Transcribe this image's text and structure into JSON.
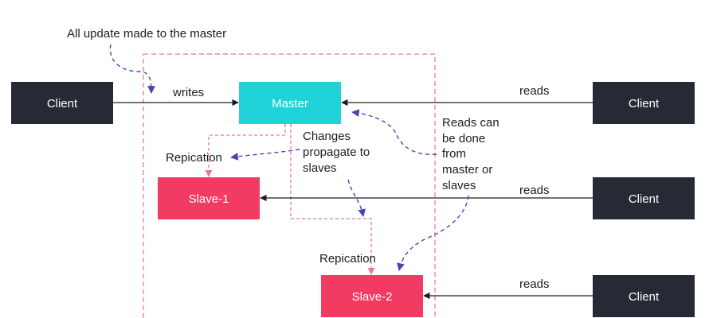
{
  "annotations": {
    "top_note": "All update made to the master",
    "writes": "writes",
    "reads_1": "reads",
    "reads_2": "reads",
    "reads_3": "reads",
    "replication_1": "Repication",
    "replication_2": "Repication",
    "changes_propagate": [
      "Changes",
      "propagate to",
      "slaves"
    ],
    "reads_can_be_done": [
      "Reads can",
      "be done",
      "from",
      "master or",
      "slaves"
    ]
  },
  "nodes": {
    "client_left": "Client",
    "master": "Master",
    "slave_1": "Slave-1",
    "slave_2": "Slave-2",
    "client_right_1": "Client",
    "client_right_2": "Client",
    "client_right_3": "Client"
  },
  "colors": {
    "client": "#262a35",
    "master": "#20d3d9",
    "slave": "#f23b63",
    "boundary": "#f28aa1",
    "replication": "#e57a9a",
    "flow_arrow": "#4a43b3"
  }
}
